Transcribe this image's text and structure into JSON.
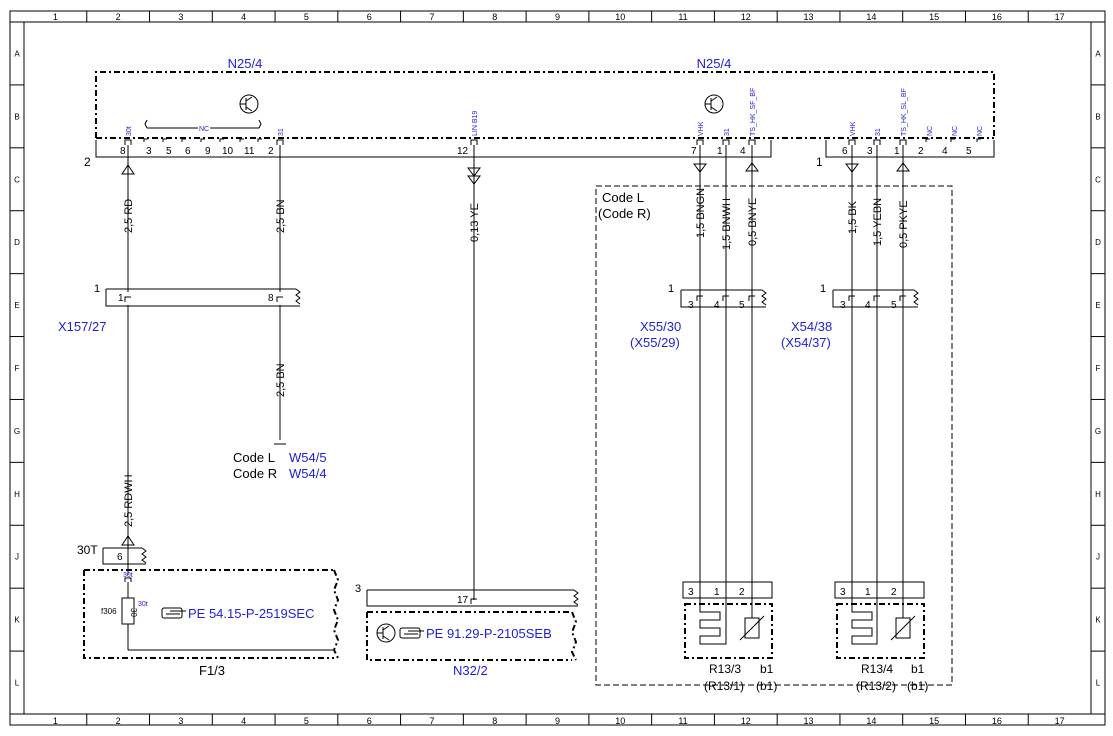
{
  "grid": {
    "columns": [
      "1",
      "2",
      "3",
      "4",
      "5",
      "6",
      "7",
      "8",
      "9",
      "10",
      "11",
      "12",
      "13",
      "14",
      "15",
      "16",
      "17"
    ],
    "rows": [
      "A",
      "B",
      "C",
      "D",
      "E",
      "F",
      "G",
      "H",
      "J",
      "K",
      "L"
    ]
  },
  "n25_4": {
    "label_left": "N25/4",
    "label_right": "N25/4",
    "connector_left": "2",
    "connector_right": "1",
    "nc_label": "NC",
    "pins_left_top": [
      "30t",
      "31"
    ],
    "pins_left_numbers": [
      "8",
      "3",
      "5",
      "6",
      "9",
      "10",
      "11",
      "2"
    ],
    "pin_lin": "LIN B19",
    "pin_lin_number": "12",
    "pins_mid_labels": [
      "VHK",
      "31",
      "TS_HK_SF_BF"
    ],
    "pins_mid_numbers": [
      "7",
      "1",
      "4"
    ],
    "pins_right_labels": [
      "VHK",
      "31",
      "TS_HK_SL_BF",
      "NC",
      "NC",
      "NC"
    ],
    "pins_right_numbers": [
      "6",
      "3",
      "1",
      "2",
      "4",
      "5"
    ]
  },
  "wires": {
    "w1": "2,5 RD",
    "w2": "2,5 BN",
    "w3": "0,13 YE",
    "w4": "1,5 BNGN",
    "w5": "1,5 BNWH",
    "w6": "0,5 BNYE",
    "w7": "1,5 BK",
    "w8": "1,5 YEBN",
    "w9": "0,5 PKYE",
    "w10": "2,5 BN",
    "w11": "2,5 RDWH"
  },
  "x157": {
    "label": "X157/27",
    "connector": "1",
    "pin_a": "1",
    "pin_b": "8"
  },
  "ground": {
    "code_l": "Code L",
    "code_r": "Code R",
    "ref_l": "W54/5",
    "ref_r": "W54/4"
  },
  "code_box": {
    "line1": "Code L",
    "line2": "(Code R)"
  },
  "x55": {
    "label": "X55/30",
    "alt": "(X55/29)",
    "connector": "1",
    "pins": [
      "3",
      "4",
      "5"
    ]
  },
  "x54": {
    "label": "X54/38",
    "alt": "(X54/37)",
    "connector": "1",
    "pins": [
      "3",
      "4",
      "5"
    ]
  },
  "f1_3": {
    "label": "F1/3",
    "terminal": "30T",
    "pin": "6",
    "pin_top": "30t",
    "fuse": "f306",
    "fuse_value": "30",
    "fuse_side": "30t",
    "ref": "PE 54.15-P-2519SEC"
  },
  "n32_2": {
    "label": "N32/2",
    "connector": "3",
    "pin": "17",
    "ref": "PE 91.29-P-2105SEB"
  },
  "r13_3": {
    "label": "R13/3",
    "alt": "(R13/1)",
    "b": "b1",
    "b_alt": "(b1)",
    "pins": [
      "3",
      "1",
      "2"
    ]
  },
  "r13_4": {
    "label": "R13/4",
    "alt": "(R13/2)",
    "b": "b1",
    "b_alt": "(b1)",
    "pins": [
      "3",
      "1",
      "2"
    ]
  }
}
